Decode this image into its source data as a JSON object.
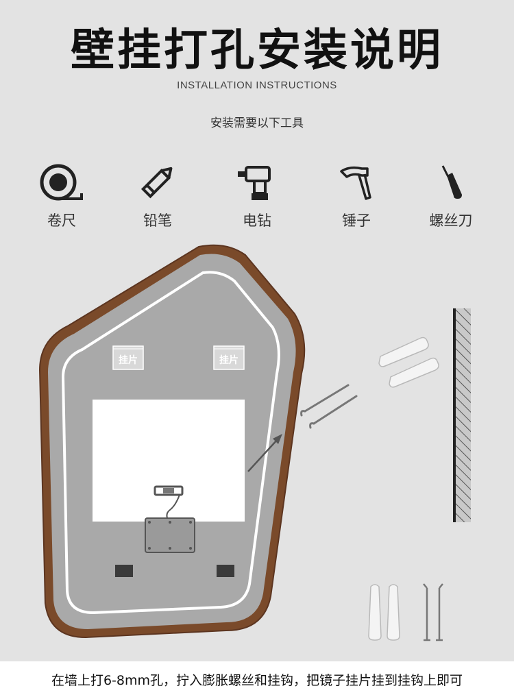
{
  "header": {
    "title": "壁挂打孔安装说明",
    "subtitle": "INSTALLATION INSTRUCTIONS",
    "tools_heading": "安装需要以下工具"
  },
  "tools": [
    {
      "label": "卷尺",
      "icon": "tape-measure-icon"
    },
    {
      "label": "铅笔",
      "icon": "pencil-icon"
    },
    {
      "label": "电钻",
      "icon": "drill-icon"
    },
    {
      "label": "锤子",
      "icon": "hammer-icon"
    },
    {
      "label": "螺丝刀",
      "icon": "screwdriver-icon"
    }
  ],
  "mirror": {
    "hanger_left": "挂片",
    "hanger_right": "挂片",
    "frame_color": "#7a4a2a"
  },
  "footer": {
    "instruction": "在墙上打6-8mm孔，拧入膨胀螺丝和挂钩，把镜子挂片挂到挂钩上即可"
  }
}
